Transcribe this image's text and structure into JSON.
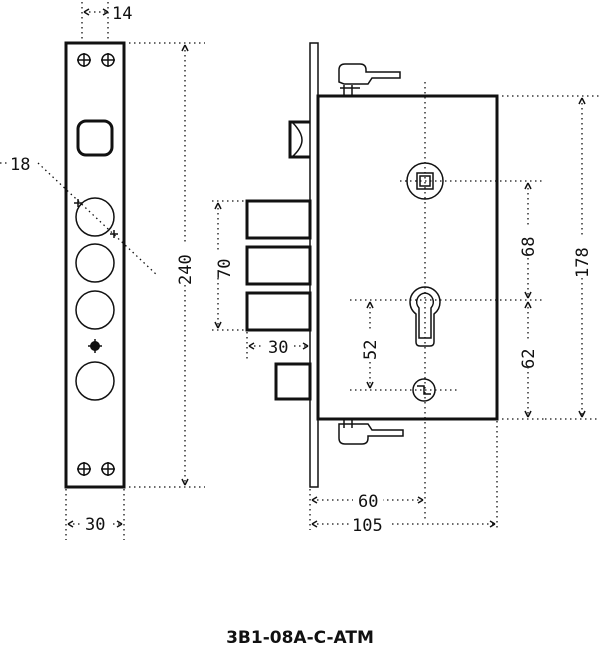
{
  "dimensions": {
    "faceplate_top_spacing": "14",
    "hole_diameter": "18",
    "faceplate_height": "240",
    "faceplate_width": "30",
    "bolt_group_height": "70",
    "bolt_projection": "30",
    "keyhole_to_lower_spindle": "52",
    "upper_spindle_to_keyhole": "68",
    "keyhole_to_bottom": "62",
    "case_height": "178",
    "backset": "60",
    "case_depth": "105"
  },
  "model_code": "3B1-08A-C-ATM"
}
